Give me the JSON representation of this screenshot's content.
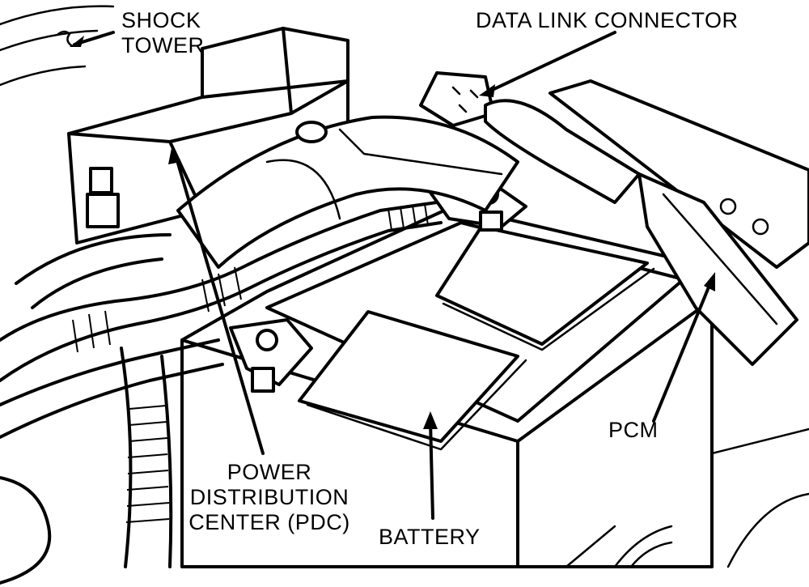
{
  "labels": {
    "shock_tower_line1": "SHOCK",
    "shock_tower_line2": "TOWER",
    "data_link_connector": "DATA LINK CONNECTOR",
    "pcm": "PCM",
    "pdc_line1": "POWER",
    "pdc_line2": "DISTRIBUTION",
    "pdc_line3": "CENTER (PDC)",
    "battery": "BATTERY"
  }
}
